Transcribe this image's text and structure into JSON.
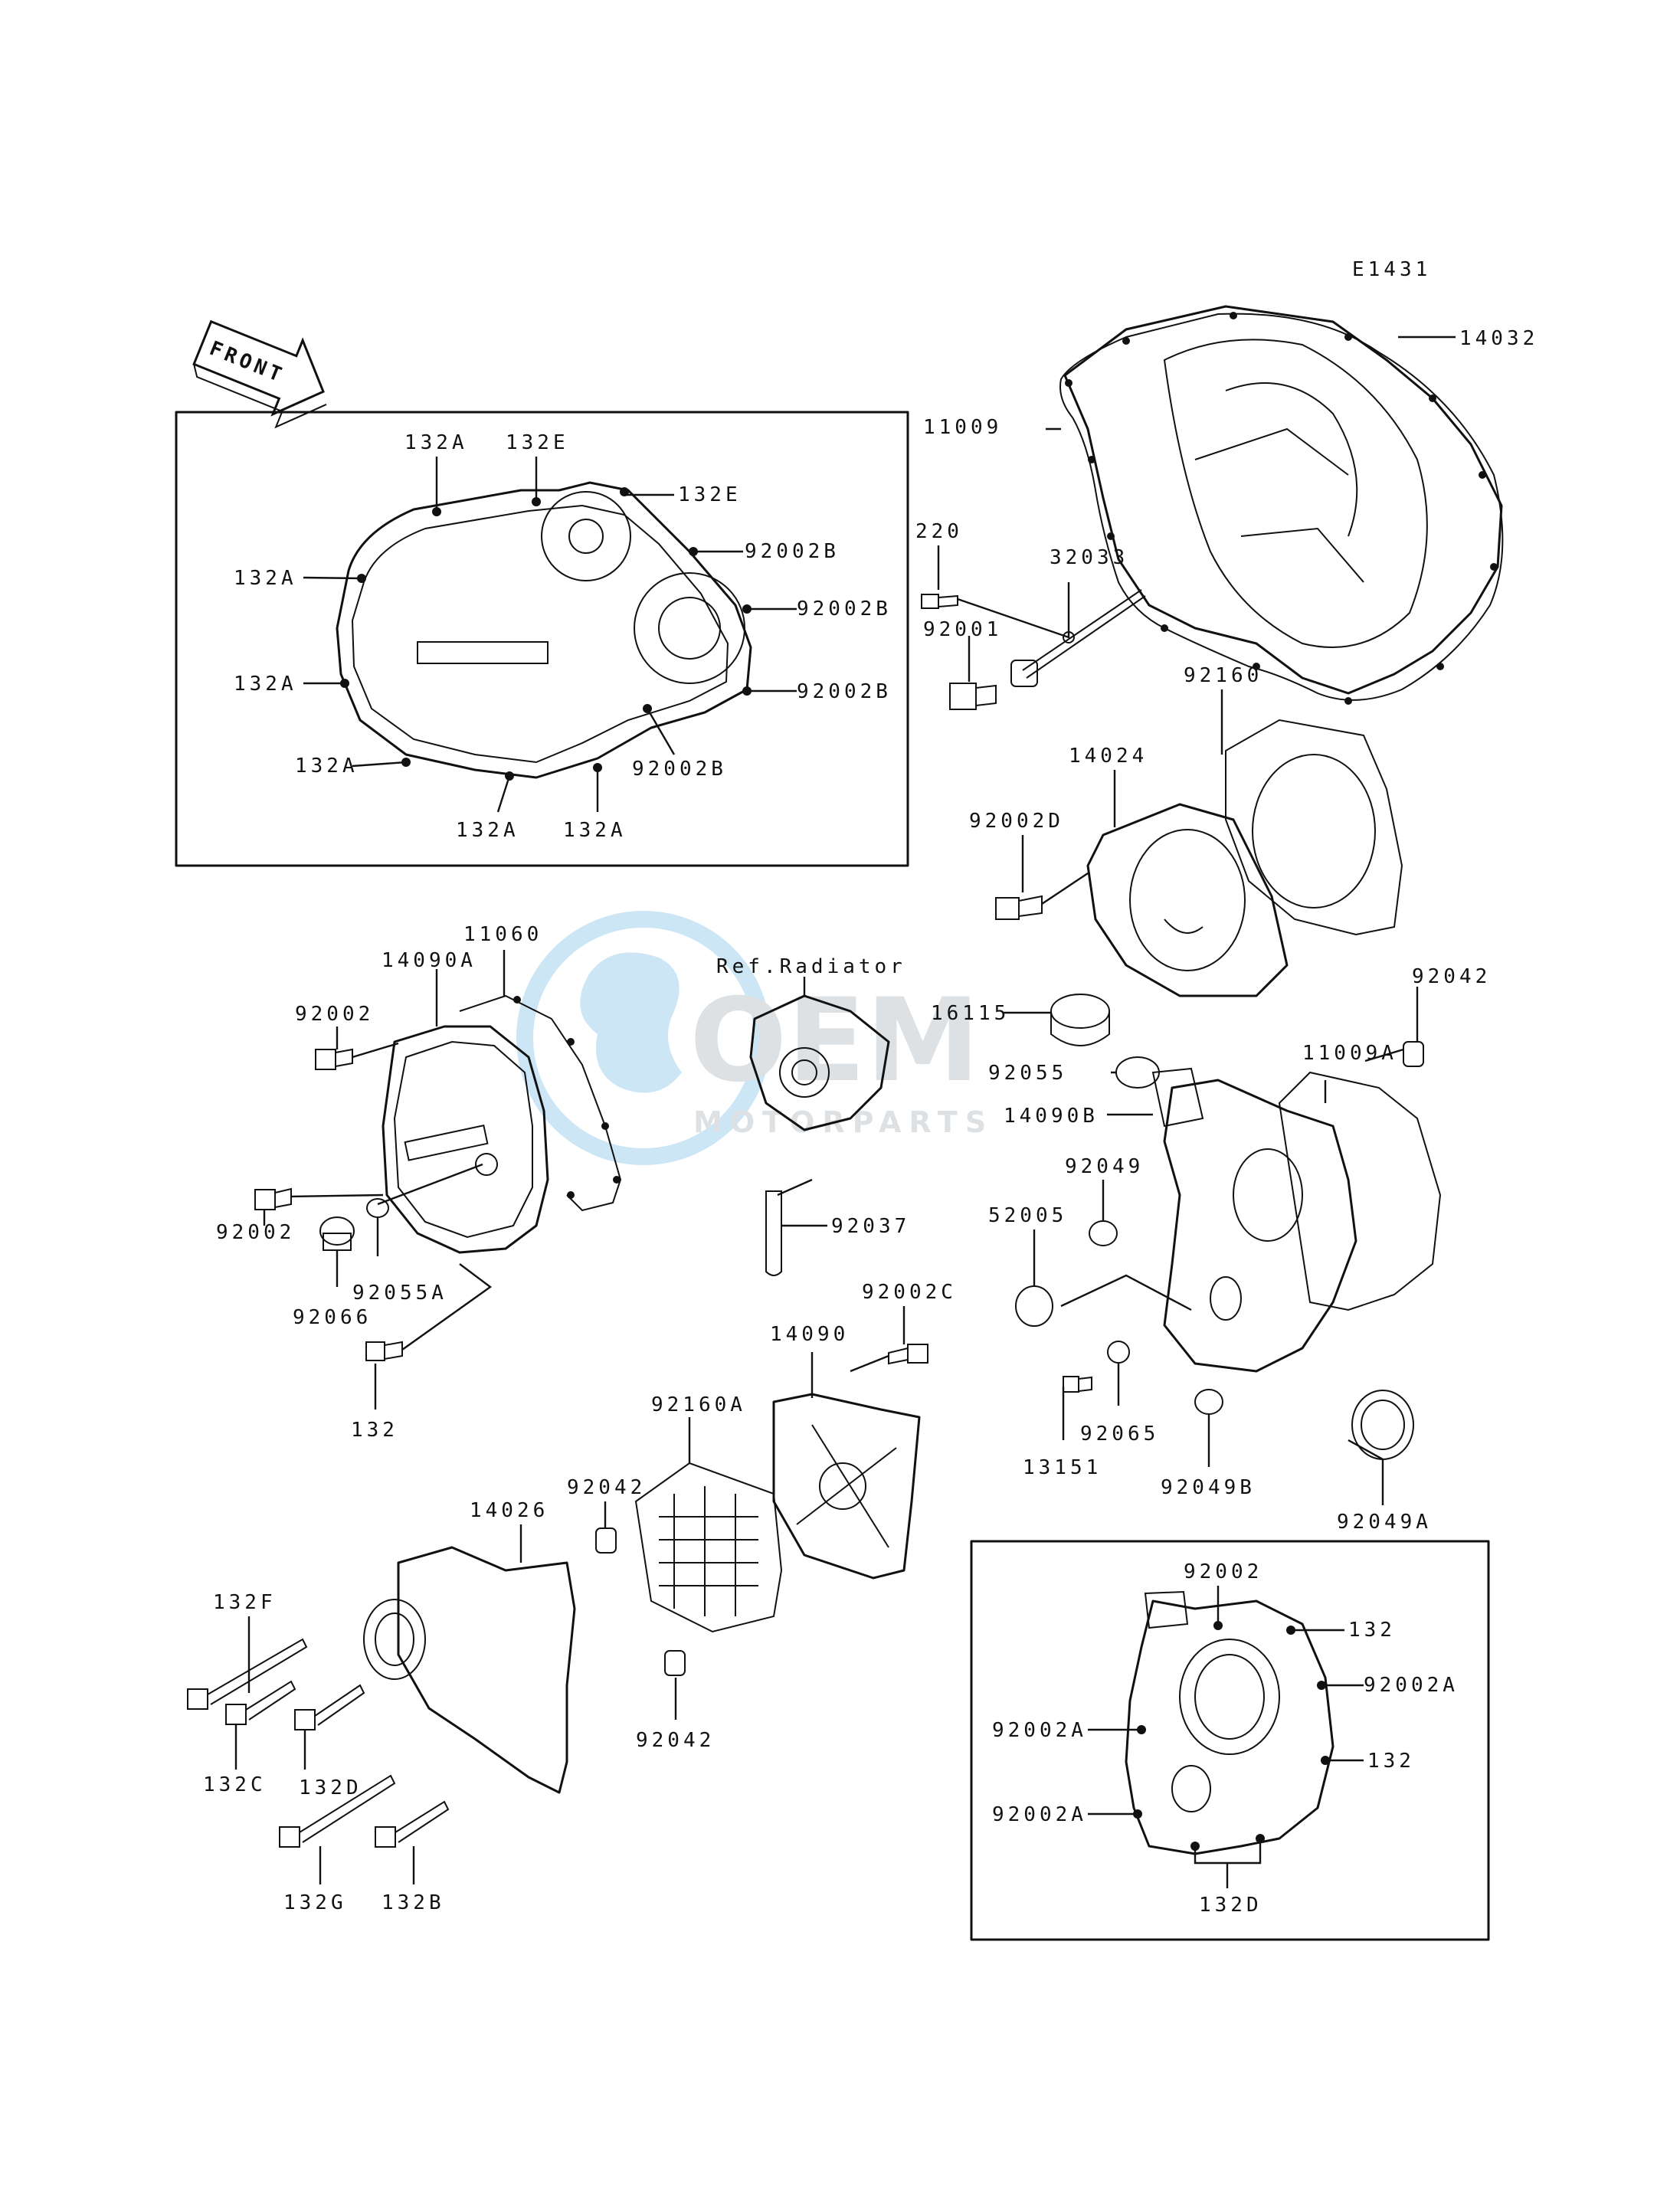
{
  "diagram_code": "E1431",
  "front_label": "FRONT",
  "reference_label": "Ref.Radiator",
  "watermark": {
    "brand": "OEM",
    "sub": "MOTORPARTS"
  },
  "parts": {
    "p14032": "14032",
    "p11009": "11009",
    "p220": "220",
    "p32033": "32033",
    "p92001": "92001",
    "p92160": "92160",
    "p14024": "14024",
    "p92002D": "92002D",
    "p16115": "16115",
    "p92055": "92055",
    "p14090B": "14090B",
    "p92042a": "92042",
    "p11009A": "11009A",
    "p92049": "92049",
    "p52005": "52005",
    "p13151": "13151",
    "p92065": "92065",
    "p92049B": "92049B",
    "p92049A": "92049A",
    "p11060": "11060",
    "p14090A": "14090A",
    "p92002a": "92002",
    "p92002b": "92002",
    "p92066": "92066",
    "p92055A": "92055A",
    "p132a": "132",
    "p92037": "92037",
    "p92002C": "92002C",
    "p14090": "14090",
    "p92160A": "92160A",
    "p92042b": "92042",
    "p92042c": "92042",
    "p14026": "14026",
    "p132F": "132F",
    "p132C": "132C",
    "p132D": "132D",
    "p132G": "132G",
    "p132B": "132B"
  },
  "inset_top": {
    "l132A_1": "132A",
    "l132E_1": "132E",
    "l132E_2": "132E",
    "l92002B_1": "92002B",
    "l132A_2": "132A",
    "l92002B_2": "92002B",
    "l132A_3": "132A",
    "l92002B_3": "92002B",
    "l132A_4": "132A",
    "l92002B_4": "92002B",
    "l132A_5": "132A",
    "l132A_6": "132A"
  },
  "inset_bottom": {
    "l92002": "92002",
    "l132_1": "132",
    "l92002A_1": "92002A",
    "l92002A_2": "92002A",
    "l132_2": "132",
    "l92002A_3": "92002A",
    "l132D": "132D"
  }
}
